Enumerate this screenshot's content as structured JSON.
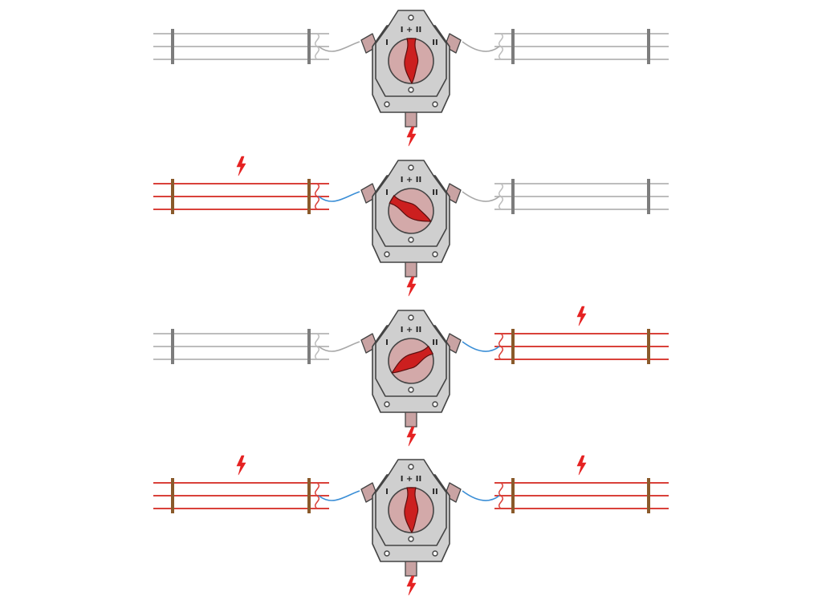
{
  "labels": {
    "left": "I",
    "both": "I + II",
    "right": "II"
  },
  "colors": {
    "live_wire": "#d9413a",
    "live_post": "#8a5a2b",
    "dead_wire": "#bdbdbd",
    "dead_post": "#7d7d7d",
    "lead_live": "#3a8ed6",
    "lead_dead": "#a8a8a8",
    "housing": "#cfcfcf",
    "housing_stroke": "#444444",
    "terminal": "#c9a3a3",
    "knob_disc": "#d3a9a9",
    "knob_lever": "#cc1f1f",
    "bolt": "#e52222"
  },
  "icons": {
    "bolt": "lightning-bolt-icon"
  },
  "panels": [
    {
      "position": "I + II",
      "left_live": false,
      "right_live": false
    },
    {
      "position": "I",
      "left_live": true,
      "right_live": false
    },
    {
      "position": "II",
      "left_live": false,
      "right_live": true
    },
    {
      "position": "I + II",
      "left_live": true,
      "right_live": true
    }
  ]
}
